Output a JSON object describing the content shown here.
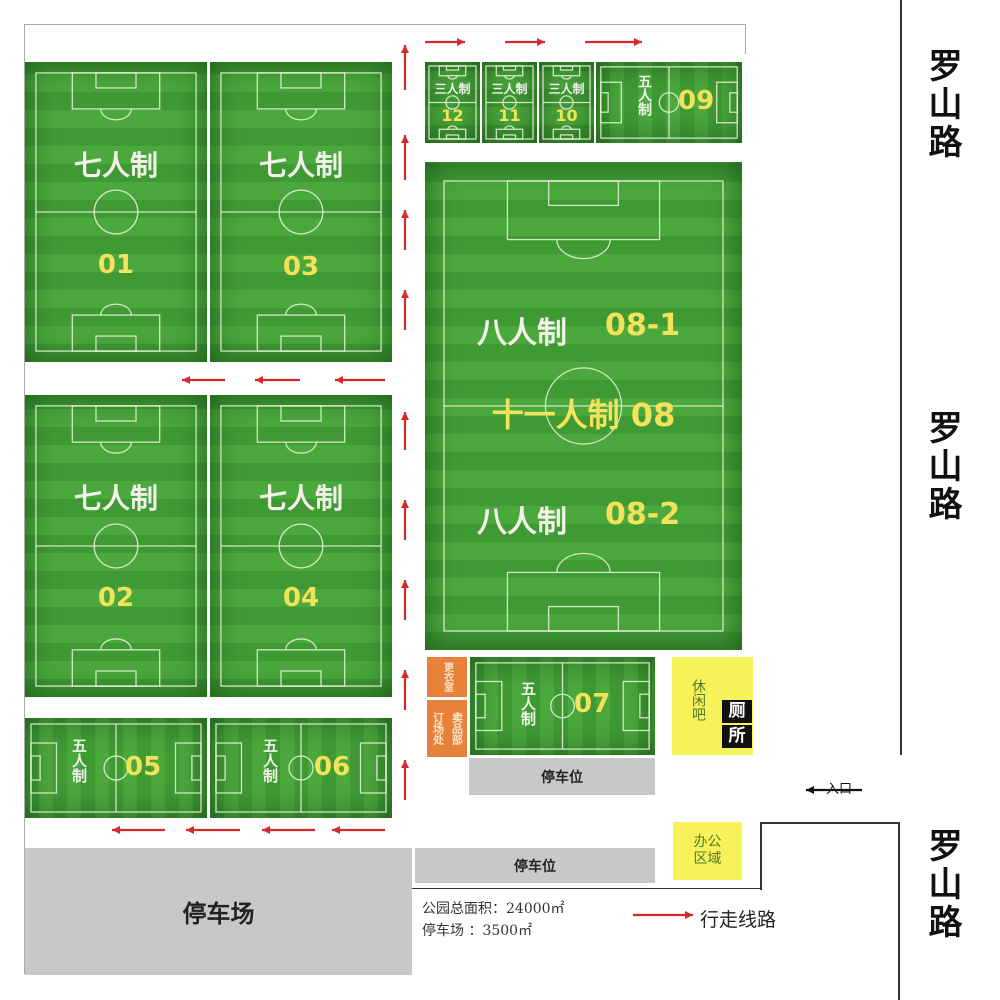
{
  "fields": [
    {
      "id": "01",
      "type": "七人制",
      "number": "01"
    },
    {
      "id": "03",
      "type": "七人制",
      "number": "03"
    },
    {
      "id": "02",
      "type": "七人制",
      "number": "02"
    },
    {
      "id": "04",
      "type": "七人制",
      "number": "04"
    },
    {
      "id": "05",
      "type": "五人制",
      "number": "05"
    },
    {
      "id": "06",
      "type": "五人制",
      "number": "06"
    },
    {
      "id": "12",
      "type": "三人制",
      "number": "12"
    },
    {
      "id": "11",
      "type": "三人制",
      "number": "11"
    },
    {
      "id": "10",
      "type": "三人制",
      "number": "10"
    },
    {
      "id": "09",
      "type": "五人制",
      "number": "09"
    },
    {
      "id": "07",
      "type": "五人制",
      "number": "07"
    }
  ],
  "main_field": {
    "top": "八人制",
    "top_num": "08-1",
    "middle": "十一人制 08",
    "bottom": "八人制",
    "bottom_num": "08-2"
  },
  "facilities": {
    "changing_room": "更衣室",
    "shop": "卖品部",
    "booking": "订场处",
    "lounge": "休闲吧",
    "toilet_1": "厕",
    "toilet_2": "所",
    "office": "办公区域",
    "parking_spot_1": "停车位",
    "parking_spot_2": "停车位",
    "parking_lot": "停车场"
  },
  "entrance": "入口",
  "roads": [
    "罗山路",
    "罗山路",
    "罗山路"
  ],
  "legend": {
    "total_area": "公园总面积：24000㎡",
    "parking_area": "停车场 ：3500㎡",
    "walk_route": "行走线路"
  },
  "colors": {
    "route": "#d62a2a",
    "grass": "#45a238",
    "facility_yellow": "#f7f25a",
    "facility_orange": "#e8823a"
  }
}
